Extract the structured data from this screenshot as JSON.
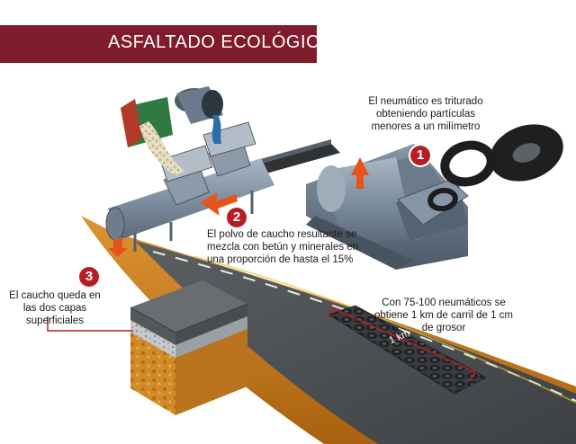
{
  "title": "ASFALTADO ECOLÓGICO",
  "steps": [
    {
      "number": "1",
      "text": "El neumático es triturado obteniendo partículas menores a un milímetro"
    },
    {
      "number": "2",
      "text": "El polvo de caucho resultante se mezcla con betún y minerales en una proporción de hasta el 15%"
    },
    {
      "number": "3",
      "text": "El caucho queda en las dos capas superficiales"
    }
  ],
  "road_note": "Con 75-100 neumáticos se obtiene 1 km de carril de 1 cm de grosor",
  "distance_label": "1 km",
  "colors": {
    "banner": "#7e1c2b",
    "badge": "#b71e24",
    "arrow": "#e8531d",
    "machine": "#7d8ea0",
    "asphalt": "#4f5254",
    "ground": "#c97a1c"
  }
}
